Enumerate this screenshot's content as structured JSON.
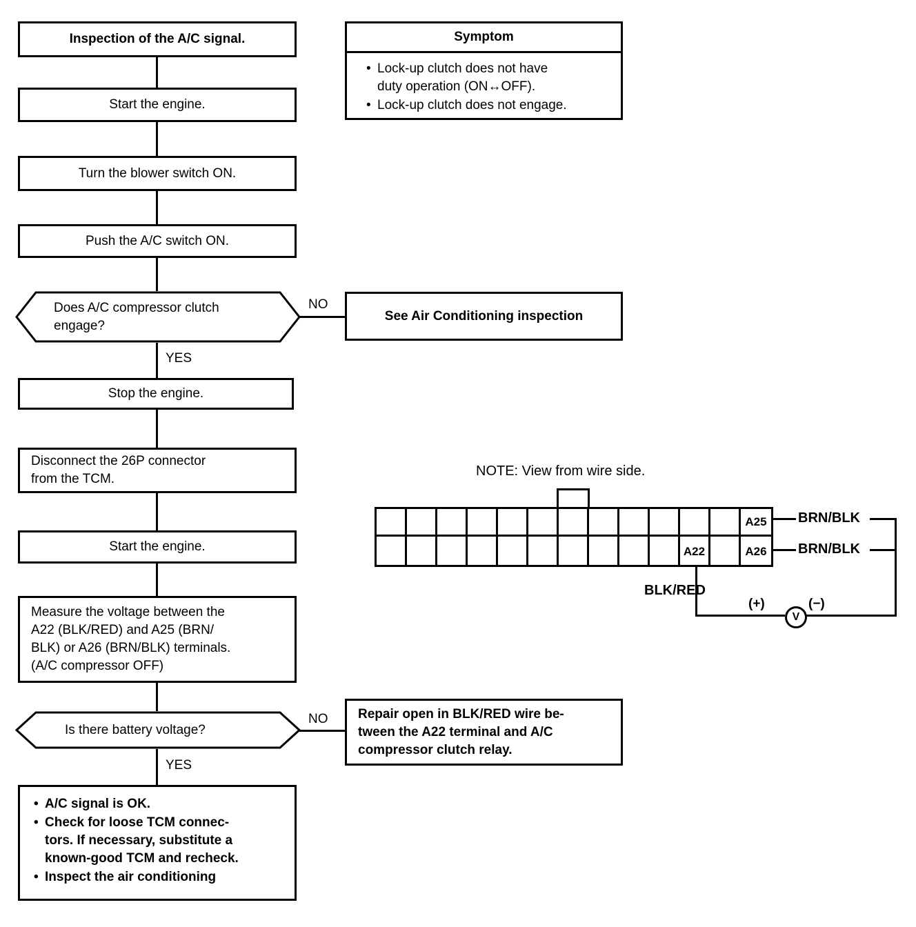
{
  "title": "Inspection of the A/C signal.",
  "flow": {
    "steps": [
      {
        "name": "start-engine-1",
        "label": "Start the engine."
      },
      {
        "name": "blower-switch-on",
        "label": "Turn the blower switch ON."
      },
      {
        "name": "ac-switch-on",
        "label": "Push the A/C switch ON."
      },
      {
        "name": "stop-engine",
        "label": "Stop the engine."
      },
      {
        "name": "disconnect-26p",
        "label": "Disconnect  the  26P  connector\nfrom the TCM."
      },
      {
        "name": "start-engine-2",
        "label": "Start the engine."
      },
      {
        "name": "measure-voltage",
        "label": "Measure the voltage between the\nA22  (BLK/RED)  and  A25  (BRN/\nBLK) or A26 (BRN/BLK) terminals.\n(A/C compressor OFF)"
      }
    ],
    "decisions": [
      {
        "name": "clutch-engage",
        "label": "Does A/C compressor clutch\nengage?",
        "yes": "YES",
        "no": "NO"
      },
      {
        "name": "battery-voltage",
        "label": "Is there battery voltage?",
        "yes": "YES",
        "no": "NO"
      }
    ],
    "results": [
      {
        "name": "see-ac-inspection",
        "label": "See  Air  Conditioning  inspection"
      },
      {
        "name": "repair-open",
        "label": "Repair open in BLK/RED wire be-\ntween the A22 terminal and A/C\ncompressor clutch relay."
      }
    ],
    "final": {
      "name": "final-actions",
      "items": [
        "A/C signal is OK.",
        "Check  for  loose  TCM  connec-\ntors. If necessary, substitute a\nknown-good TCM and recheck.",
        "Inspect the air conditioning"
      ]
    }
  },
  "symptom": {
    "header": "Symptom",
    "items": [
      "Lock-up  clutch  does  not  have\nduty operation (ON↔OFF).",
      "Lock-up clutch does not engage."
    ]
  },
  "connector": {
    "note": "NOTE: View from wire side.",
    "columns": 13,
    "rows": 2,
    "pins": {
      "top": [
        "",
        "",
        "",
        "",
        "",
        "",
        "",
        "",
        "",
        "",
        "",
        "",
        "A25"
      ],
      "bottom": [
        "",
        "",
        "",
        "",
        "",
        "",
        "",
        "",
        "",
        "",
        "A22",
        "",
        "A26"
      ]
    },
    "wires": [
      {
        "name": "wire-a25",
        "pin": "A25",
        "label": "BRN/BLK"
      },
      {
        "name": "wire-a26",
        "pin": "A26",
        "label": "BRN/BLK"
      },
      {
        "name": "wire-a22",
        "pin": "A22",
        "label": "BLK/RED"
      }
    ],
    "meter": {
      "symbol": "V",
      "positive": "(+)",
      "negative": "(−)"
    }
  },
  "colors": {
    "ink": "#000000",
    "paper": "#ffffff"
  }
}
